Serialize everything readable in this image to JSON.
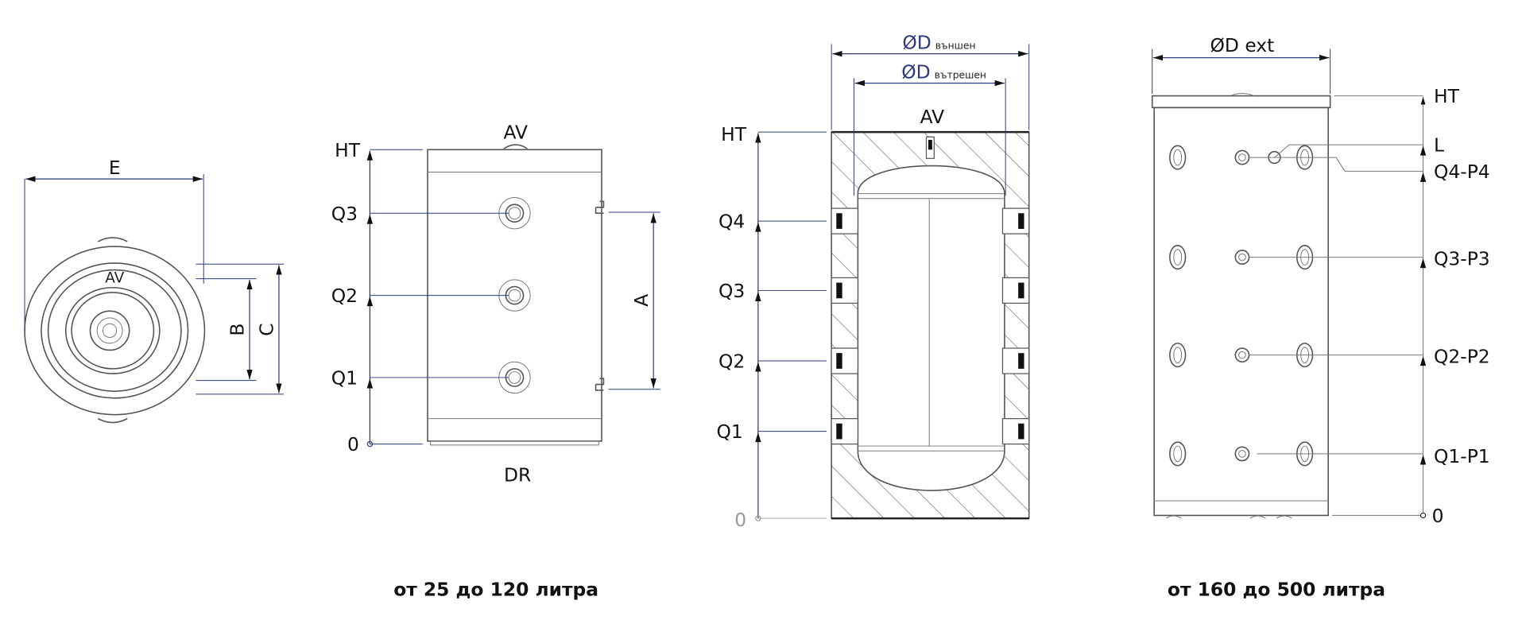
{
  "view_top": {
    "dim_e": "E",
    "dim_b": "B",
    "dim_c": "C",
    "av": "AV"
  },
  "view_small": {
    "ht": "HT",
    "q3": "Q3",
    "q2": "Q2",
    "q1": "Q1",
    "zero": "0",
    "av": "AV",
    "dr": "DR",
    "dim_a": "A"
  },
  "view_section": {
    "d_outer_sym": "ØD",
    "d_outer_sub": "външен",
    "d_inner_sym": "ØD",
    "d_inner_sub": "вътрешен",
    "av": "AV",
    "ht": "HT",
    "q4": "Q4",
    "q3": "Q3",
    "q2": "Q2",
    "q1": "Q1",
    "zero": "0"
  },
  "view_large": {
    "d_ext": "ØD ext",
    "ht": "HT",
    "l": "L",
    "q4p4": "Q4-P4",
    "q3p3": "Q3-P3",
    "q2p2": "Q2-P2",
    "q1p1": "Q1-P1",
    "zero": "0"
  },
  "captions": {
    "small_range": "от 25 до 120 литра",
    "large_range": "от 160 до 500 литра"
  }
}
